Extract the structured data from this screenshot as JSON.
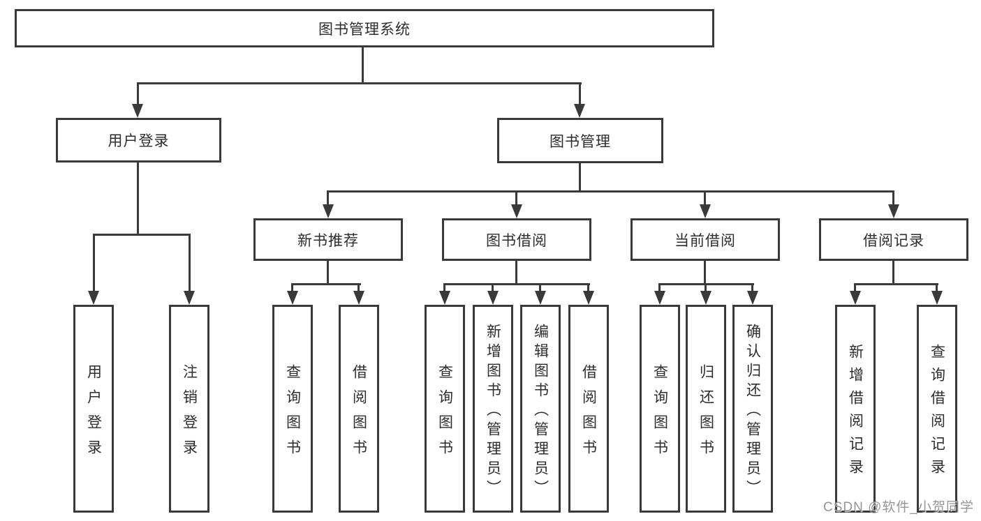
{
  "title": "图书管理系统",
  "tree": {
    "label": "图书管理系统",
    "children": [
      {
        "label": "用户登录",
        "children": [
          {
            "label": "用户登录"
          },
          {
            "label": "注销登录"
          }
        ]
      },
      {
        "label": "图书管理",
        "children": [
          {
            "label": "新书推荐",
            "children": [
              {
                "label": "查询图书"
              },
              {
                "label": "借阅图书"
              }
            ]
          },
          {
            "label": "图书借阅",
            "children": [
              {
                "label": "查询图书"
              },
              {
                "label": "新增图书（管理员）"
              },
              {
                "label": "编辑图书（管理员）"
              },
              {
                "label": "借阅图书"
              }
            ]
          },
          {
            "label": "当前借阅",
            "children": [
              {
                "label": "查询图书"
              },
              {
                "label": "归还图书"
              },
              {
                "label": "确认归还（管理员）"
              }
            ]
          },
          {
            "label": "借阅记录",
            "children": [
              {
                "label": "新增借阅记录"
              },
              {
                "label": "查询借阅记录"
              }
            ]
          }
        ]
      }
    ]
  },
  "watermark": {
    "text": "CSDN @软件_小贺同学"
  },
  "colors": {
    "line": "#3a3a3a",
    "text": "#2d2d2d",
    "background": "#ffffff",
    "watermark": "#828282"
  }
}
